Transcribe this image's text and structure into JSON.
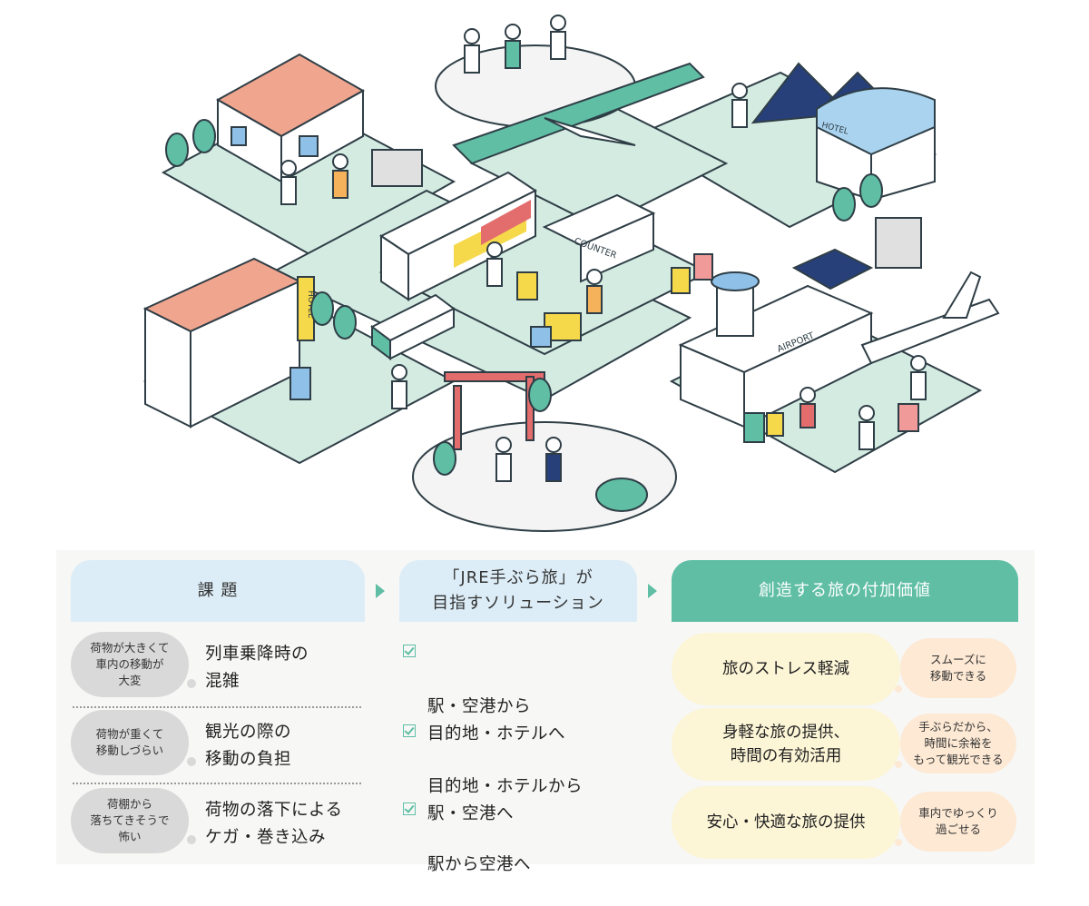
{
  "illustration": {
    "sign_hotel_a": "HOTEL",
    "sign_hotel_b": "HOTEL",
    "sign_counter": "COUNTER",
    "sign_airport": "AIRPORT"
  },
  "columns": {
    "problems": {
      "title": "課 題"
    },
    "solutions": {
      "title": "「JRE手ぶら旅」が\n目指すソリューション"
    },
    "values": {
      "title": "創造する旅の付加価値"
    }
  },
  "problems": [
    {
      "bubble": "荷物が大きくて\n車内の移動が\n大変",
      "text": "列車乗降時の\n混雑"
    },
    {
      "bubble": "荷物が重くて\n移動しづらい",
      "text": "観光の際の\n移動の負担"
    },
    {
      "bubble": "荷棚から\n落ちてきそうで\n怖い",
      "text": "荷物の落下による\nケガ・巻き込み"
    }
  ],
  "solutions": [
    {
      "text": "駅・空港から\n目的地・ホテルへ"
    },
    {
      "text": "目的地・ホテルから\n駅・空港へ"
    },
    {
      "text": "駅から空港へ"
    }
  ],
  "values": [
    {
      "main": "旅のストレス軽減",
      "sub": "スムーズに\n移動できる"
    },
    {
      "main": "身軽な旅の提供、\n時間の有効活用",
      "sub": "手ぶらだから、\n時間に余裕を\nもって観光できる"
    },
    {
      "main": "安心・快適な旅の提供",
      "sub": "車内でゆっくり\n過ごせる"
    }
  ],
  "colors": {
    "green": "#5fbea4",
    "light_blue": "#dcedf7",
    "cream": "#fcf5d6",
    "peach": "#fde9d4",
    "gray": "#d9d9d9"
  }
}
